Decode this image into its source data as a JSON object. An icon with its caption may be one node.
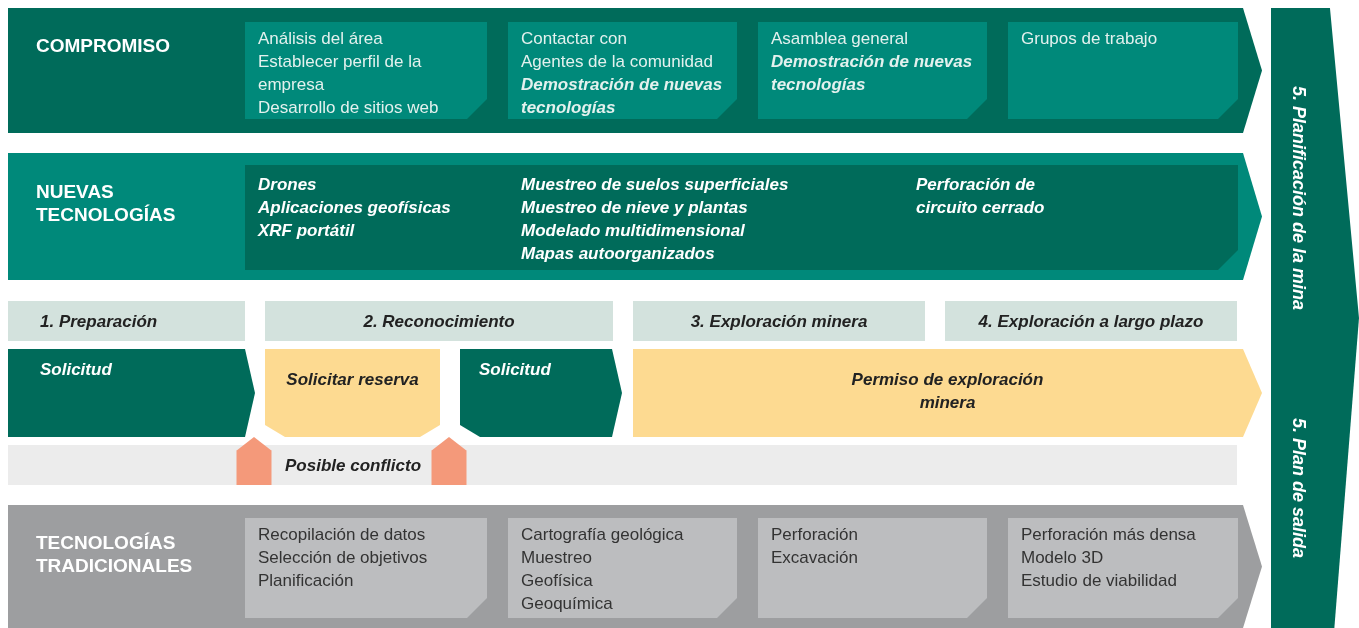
{
  "diagram": {
    "nodes": [
      {
        "text": [
          "COMPROMISO"
        ]
      },
      {
        "text": [
          "Análisis del área",
          "Establecer perfil de la empresa",
          "Desarrollo de sitios web"
        ],
        "in": 0
      },
      {
        "text": [
          "Contactar con",
          "Agentes de la comunidad",
          "**Demostración de nuevas tecnologías**"
        ],
        "in": 0
      },
      {
        "text": [
          "Asamblea general",
          "**Demostración de nuevas tecnologías**"
        ],
        "in": 0
      },
      {
        "text": [
          "Grupos de trabajo"
        ],
        "in": 0
      },
      {
        "text": [
          "NUEVAS TECNOLOGÍAS"
        ]
      },
      {
        "text": [
          "Drones",
          "Aplicaciones geofísicas",
          "XRF portátil",
          "Muestreo de suelos superficiales",
          "Muestreo de nieve y plantas",
          "Modelado multidimensional",
          "Mapas autoorganizados",
          "Perforación de circuito cerrado"
        ],
        "in": 5
      },
      {
        "text": [
          "1. Preparación"
        ]
      },
      {
        "text": [
          "2. Reconocimiento"
        ]
      },
      {
        "text": [
          "3. Exploración minera"
        ]
      },
      {
        "text": [
          "4. Exploración a largo plazo"
        ]
      },
      {
        "text": [
          "Solicitud"
        ]
      },
      {
        "text": [
          "Solicitar reserva"
        ]
      },
      {
        "text": [
          "Solicitud"
        ]
      },
      {
        "text": [
          "Permiso de exploración minera"
        ]
      },
      {
        "text": [
          "Posible conflicto"
        ]
      },
      {
        "text": [
          "TECNOLOGÍAS TRADICIONALES"
        ]
      },
      {
        "text": [
          "Recopilación de datos",
          "Selección de objetivos",
          "Planificación"
        ],
        "in": 16
      },
      {
        "text": [
          "Cartografía geológica",
          "Muestreo",
          "Geofísica",
          "Geoquímica"
        ],
        "in": 16
      },
      {
        "text": [
          "Perforación",
          "Excavación"
        ],
        "in": 16
      },
      {
        "text": [
          "Perforación más densa",
          "Modelo 3D",
          "Estudio de viabilidad"
        ],
        "in": 16
      },
      {
        "text": [
          "5. Planificación de la mina",
          "5. Plan de salida"
        ]
      }
    ],
    "edges": [
      {
        "from": 15,
        "to": 12,
        "arrow": "to"
      },
      {
        "from": 15,
        "to": 12,
        "arrow": "to"
      }
    ]
  }
}
